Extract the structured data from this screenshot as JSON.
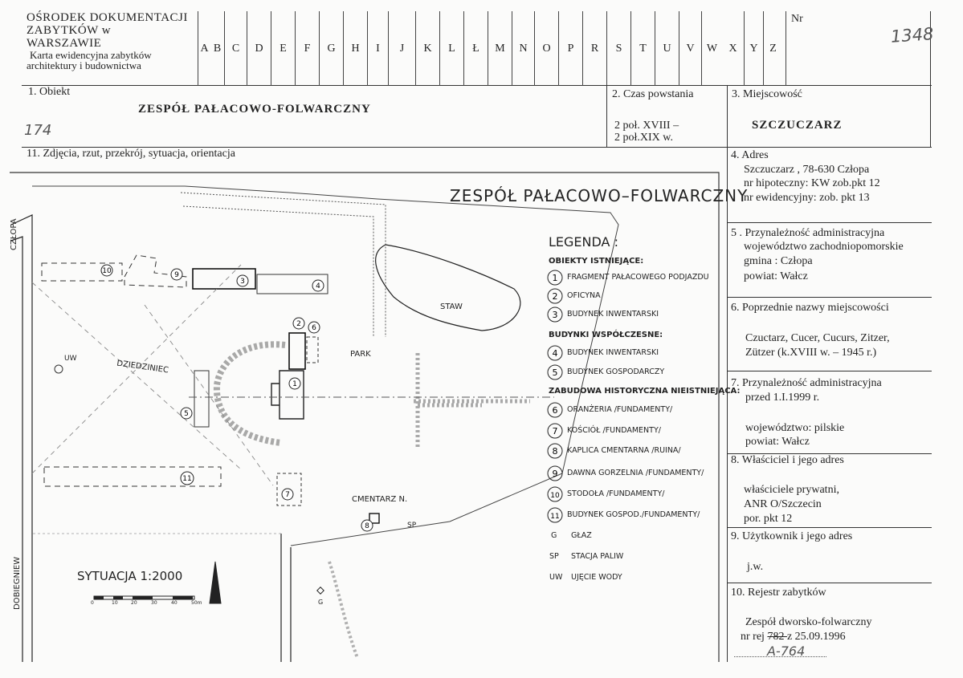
{
  "header": {
    "institution_lines": [
      "OŚRODEK DOKUMENTACJI",
      "ZABYTKÓW w",
      "WARSZAWIE"
    ],
    "card_lines": [
      "Karta ewidencyjna zabytków",
      "architektury i budownictwa"
    ],
    "index_letters": [
      "A",
      "B",
      "C",
      "D",
      "E",
      "F",
      "G",
      "H",
      "I",
      "J",
      "K",
      "L",
      "Ł",
      "M",
      "N",
      "O",
      "P",
      "R",
      "S",
      "T",
      "U",
      "V",
      "W",
      "X",
      "Y",
      "Z"
    ],
    "nr_label": "Nr",
    "nr_value": "1348"
  },
  "field1": {
    "label": "1.  Obiekt",
    "value": "ZESPÓŁ PAŁACOWO-FOLWARCZNY",
    "handwritten": "174"
  },
  "field2": {
    "label": "2.   Czas powstania",
    "line1": "2 poł. XVIII –",
    "line2": "2 poł.XIX w."
  },
  "field3": {
    "label": "3.   Miejscowość",
    "value": "SZCZUCZARZ"
  },
  "field11": {
    "label": "11. Zdjęcia, rzut, przekrój, sytuacja, orientacja"
  },
  "field4": {
    "label": "4. Adres",
    "lines": [
      "Szczuczarz ,   78-630 Człopa",
      "nr hipoteczny: KW zob.pkt 12",
      "nr ewidencyjny: zob. pkt 13"
    ]
  },
  "field5": {
    "label": "5 . Przynależność administracyjna",
    "lines": [
      "województwo  zachodniopomorskie",
      "gmina :  Człopa",
      "powiat: Wałcz"
    ]
  },
  "field6": {
    "label": "6. Poprzednie nazwy miejscowości",
    "lines": [
      "Czuctarz, Cucer, Cucurs, Zitzer,",
      "Zützer  (k.XVIII w. – 1945 r.)"
    ]
  },
  "field7": {
    "label": "7. Przynależność administracyjna",
    "line_date": "przed 1.I.1999 r.",
    "lines": [
      "województwo: pilskie",
      "powiat: Wałcz"
    ]
  },
  "field8": {
    "label": "8. Właściciel i jego adres",
    "lines": [
      "właściciele prywatni,",
      "ANR O/Szczecin",
      "por. pkt 12"
    ]
  },
  "field9": {
    "label": "9. Użytkownik i jego adres",
    "value": "j.w."
  },
  "field10": {
    "label": "10. Rejestr zabytków",
    "line1": "Zespół dworsko-folwarczny",
    "rej_prefix": "nr rej ",
    "rej_struck": "782 ",
    "rej_suffix": "z 25.09.1996",
    "handwritten": "A-764"
  },
  "plan": {
    "title": "ZESPÓŁ PAŁACOWO–FOLWARCZNY",
    "road_top": "CZŁOPA",
    "road_bottom": "DOBIEGNIEW",
    "labels": {
      "pond": "STAW",
      "park": "PARK",
      "yard": "DZIEDZINIEC",
      "cemetery": "CMENTARZ N.",
      "uw": "UW",
      "sp": "SP",
      "g": "G"
    },
    "scale_title": "SYTUACJA 1:2000",
    "scale_ticks": [
      "0",
      "10",
      "20",
      "30",
      "40",
      "50m"
    ],
    "legend": {
      "title": "LEGENDA :",
      "group1": "OBIEKTY ISTNIEJĄCE:",
      "group2": "BUDYNKI WSPÓŁCZESNE:",
      "group3": "ZABUDOWA HISTORYCZNA NIEISTNIEJĄCA:",
      "items": [
        {
          "num": "1",
          "text": "FRAGMENT PAŁACOWEGO PODJAZDU"
        },
        {
          "num": "2",
          "text": "OFICYNA"
        },
        {
          "num": "3",
          "text": "BUDYNEK INWENTARSKI"
        },
        {
          "num": "4",
          "text": "BUDYNEK INWENTARSKI"
        },
        {
          "num": "5",
          "text": "BUDYNEK GOSPODARCZY"
        },
        {
          "num": "6",
          "text": "ORANŻERIA /FUNDAMENTY/"
        },
        {
          "num": "7",
          "text": "KOŚCIÓŁ /FUNDAMENTY/"
        },
        {
          "num": "8",
          "text": "KAPLICA CMENTARNA /RUINA/"
        },
        {
          "num": "9",
          "text": "DAWNA GORZELNIA /FUNDAMENTY/"
        },
        {
          "num": "10",
          "text": "STODOŁA /FUNDAMENTY/"
        },
        {
          "num": "11",
          "text": "BUDYNEK GOSPOD./FUNDAMENTY/"
        }
      ],
      "abbrevs": [
        {
          "code": "G",
          "text": "GŁAZ"
        },
        {
          "code": "SP",
          "text": "STACJA PALIW"
        },
        {
          "code": "UW",
          "text": "UJĘCIE WODY"
        }
      ]
    }
  }
}
